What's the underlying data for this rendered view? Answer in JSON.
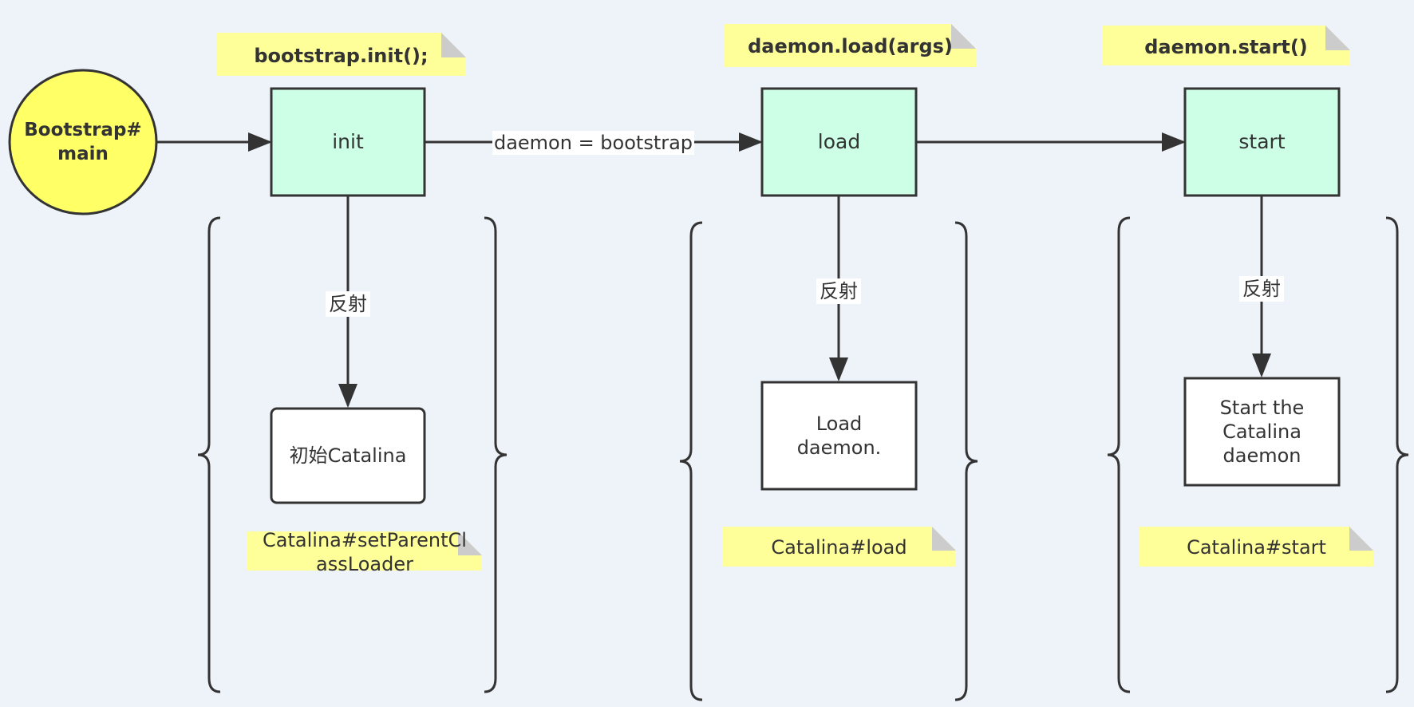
{
  "colors": {
    "background": "#eef2f9",
    "stroke": "#333333",
    "process_fill": "#ccffe6",
    "start_node_fill": "#ffff66",
    "note_fill": "#ffff99",
    "note_fold": "#cccccc",
    "result_fill": "#ffffff"
  },
  "start_node": {
    "label": "Bootstrap#\nmain"
  },
  "steps": [
    {
      "id": "init",
      "label": "init",
      "call_note": "bootstrap.init();",
      "edge_label": "反射",
      "result": "初始Catalina",
      "method_note": "Catalina#setParentCl\nassLoader"
    },
    {
      "id": "load",
      "label": "load",
      "call_note": "daemon.load(args)",
      "edge_label": "反射",
      "result": "Load\ndaemon.",
      "method_note": "Catalina#load"
    },
    {
      "id": "start",
      "label": "start",
      "call_note": "daemon.start()",
      "edge_label": "反射",
      "result": "Start the\nCatalina\ndaemon",
      "method_note": "Catalina#start"
    }
  ],
  "edges": [
    {
      "from": "main",
      "to": "init",
      "label": ""
    },
    {
      "from": "init",
      "to": "load",
      "label": "daemon = bootstrap"
    },
    {
      "from": "load",
      "to": "start",
      "label": ""
    }
  ]
}
